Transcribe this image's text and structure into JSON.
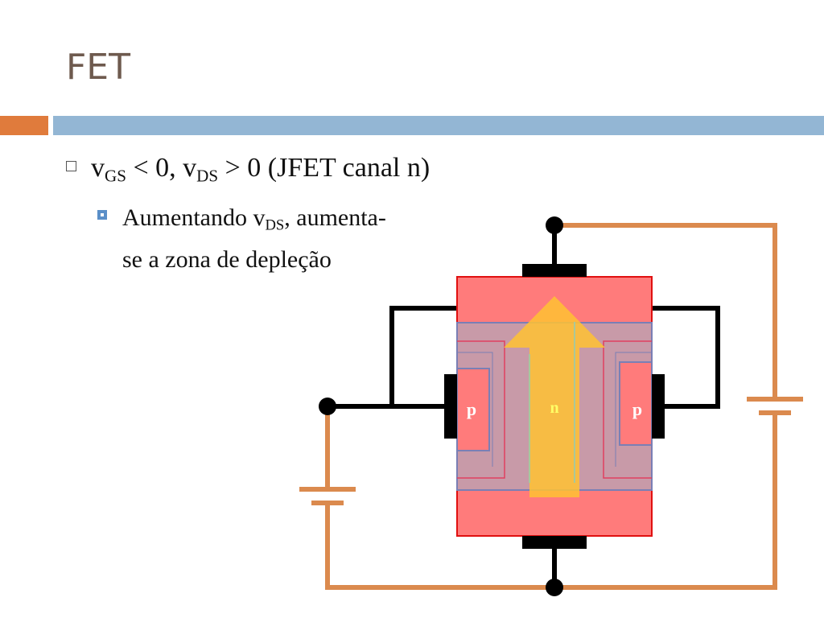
{
  "slide": {
    "title": "FET",
    "bullet1": {
      "v1": "v",
      "sub1": "GS",
      "mid": " < 0, v",
      "sub2": "DS",
      "end": " > 0 (JFET canal n)"
    },
    "bullet2": {
      "pre": "Aumentando v",
      "sub": "DS",
      "post": ", aumenta-se a zona de depleção"
    }
  },
  "diagram": {
    "label_p_left": "p",
    "label_n": "n",
    "label_p_right": "p"
  },
  "colors": {
    "accent_orange": "#e07b3c",
    "accent_blue": "#93b6d4",
    "title": "#6e5a4e",
    "wire_orange": "#db8a4e",
    "channel_red": "#ff7b7b",
    "depletion": "#c89aa8",
    "arrow_yellow": "#ffc233"
  }
}
